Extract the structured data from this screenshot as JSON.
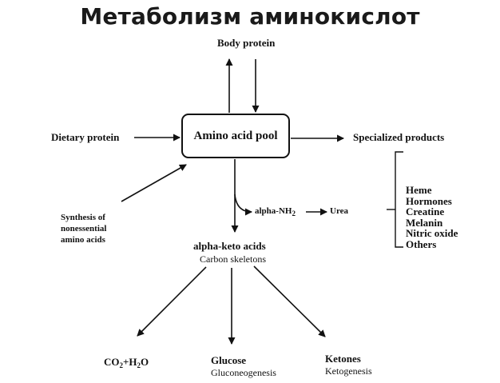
{
  "title": "Метаболизм аминокислот",
  "nodes": {
    "pool": "Amino acid pool",
    "body_protein": "Body protein",
    "dietary_protein": "Dietary  protein",
    "specialized_products": "Specialized  products",
    "synthesis": [
      "Synthesis  of",
      "nonessential",
      "amino acids"
    ],
    "alpha_nh2": "alpha-NH",
    "alpha_nh2_sub": "2",
    "urea": "Urea",
    "alpha_keto": "alpha-keto acids",
    "carbon_skeletons": "Carbon skeletons",
    "co2_main": "CO",
    "co2_sub": "2",
    "co2_plus": "+H",
    "h2o_sub": "2",
    "h2o_o": "O",
    "glucose": "Glucose",
    "gluconeogenesis": "Gluconeogenesis",
    "ketones": "Ketones",
    "ketogenesis": "Ketogenesis"
  },
  "products": [
    "Heme",
    "Hormones",
    "Creatine",
    "Melanin",
    "Nitric oxide",
    "Others"
  ]
}
